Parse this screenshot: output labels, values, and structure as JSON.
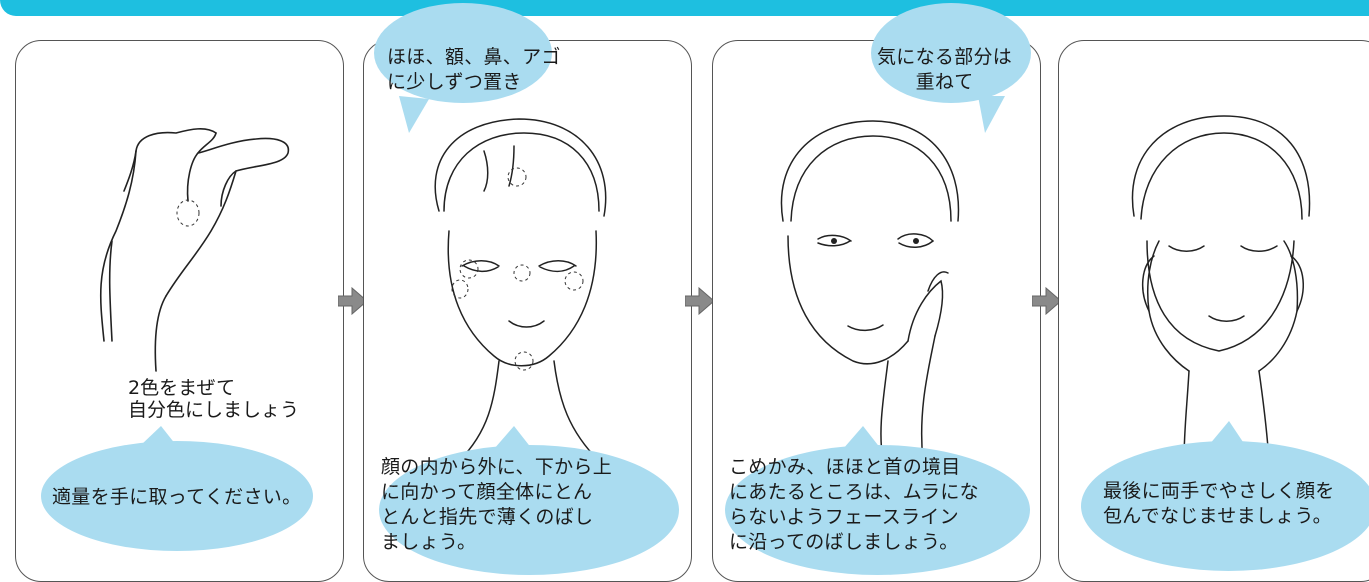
{
  "colors": {
    "accent_bar": "#1ebfe0",
    "bubble": "#aadcf0",
    "arrow": "#8a8a8a",
    "line": "#555555"
  },
  "steps": [
    {
      "caption": "適量を手に取ってください。",
      "hand_note": "2色をまぜて\n自分色にしましょう"
    },
    {
      "top_bubble": "ほほ、額、鼻、アゴ\nに少しずつ置き",
      "caption": "顔の内から外に、下から上\nに向かって顔全体にとん\nとんと指先で薄くのばし\nましょう。"
    },
    {
      "top_bubble": "気になる部分は\n重ねて",
      "caption": "こめかみ、ほほと首の境目\nにあたるところは、ムラにな\nらないようフェースライン\nに沿ってのばしましょう。"
    },
    {
      "caption": "最後に両手でやさしく顔を\n包んでなじませましょう。"
    }
  ],
  "icons": [
    "arrow-right-icon"
  ]
}
